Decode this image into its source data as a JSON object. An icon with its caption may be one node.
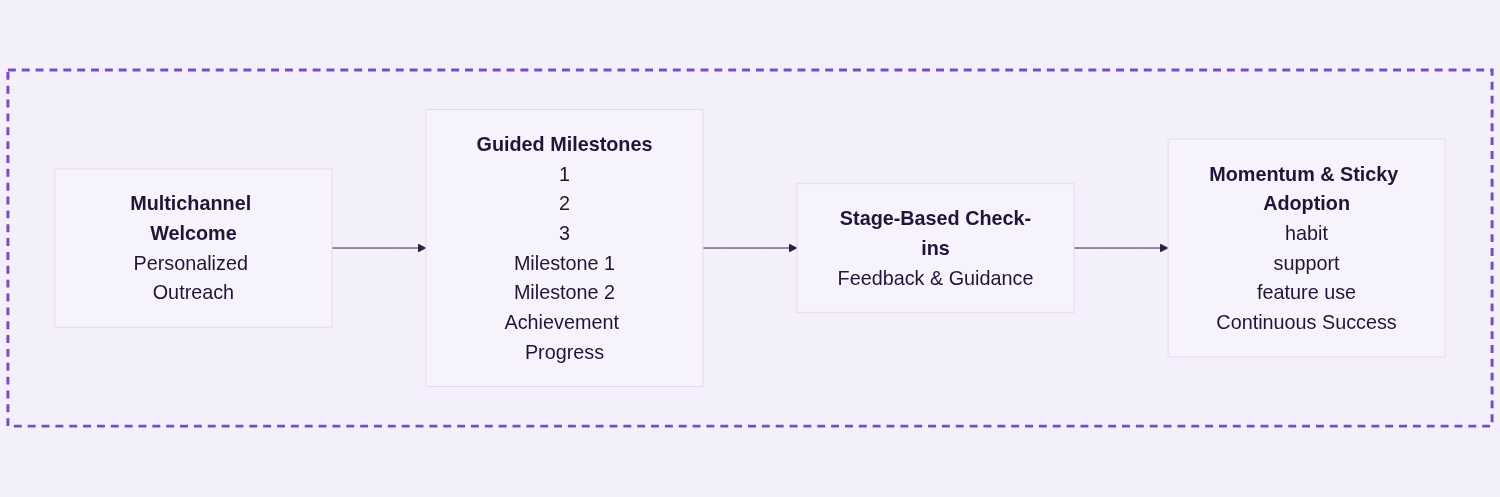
{
  "diagram": {
    "nodes": [
      {
        "text": [],
        "shape": "box"
      },
      {
        "text": [
          "Multichannel Welcome",
          "Personalized Outreach"
        ],
        "in": 0
      },
      {
        "text": [
          "Guided Milestones",
          "1",
          "2",
          "3",
          "Milestone 1",
          "Milestone 2",
          "Achievement Progress"
        ],
        "in": 0
      },
      {
        "text": [
          "Stage-Based Check-ins",
          "Feedback & Guidance"
        ],
        "in": 0
      },
      {
        "text": [
          "Momentum & Sticky Adoption",
          "habit",
          "support",
          "feature use",
          "Continuous Success"
        ],
        "in": 0
      }
    ],
    "edges": [
      {
        "from": 1,
        "to": 2,
        "arrow": "to"
      },
      {
        "from": 2,
        "to": 3,
        "arrow": "to"
      },
      {
        "from": 3,
        "to": 4,
        "arrow": "to"
      }
    ]
  }
}
